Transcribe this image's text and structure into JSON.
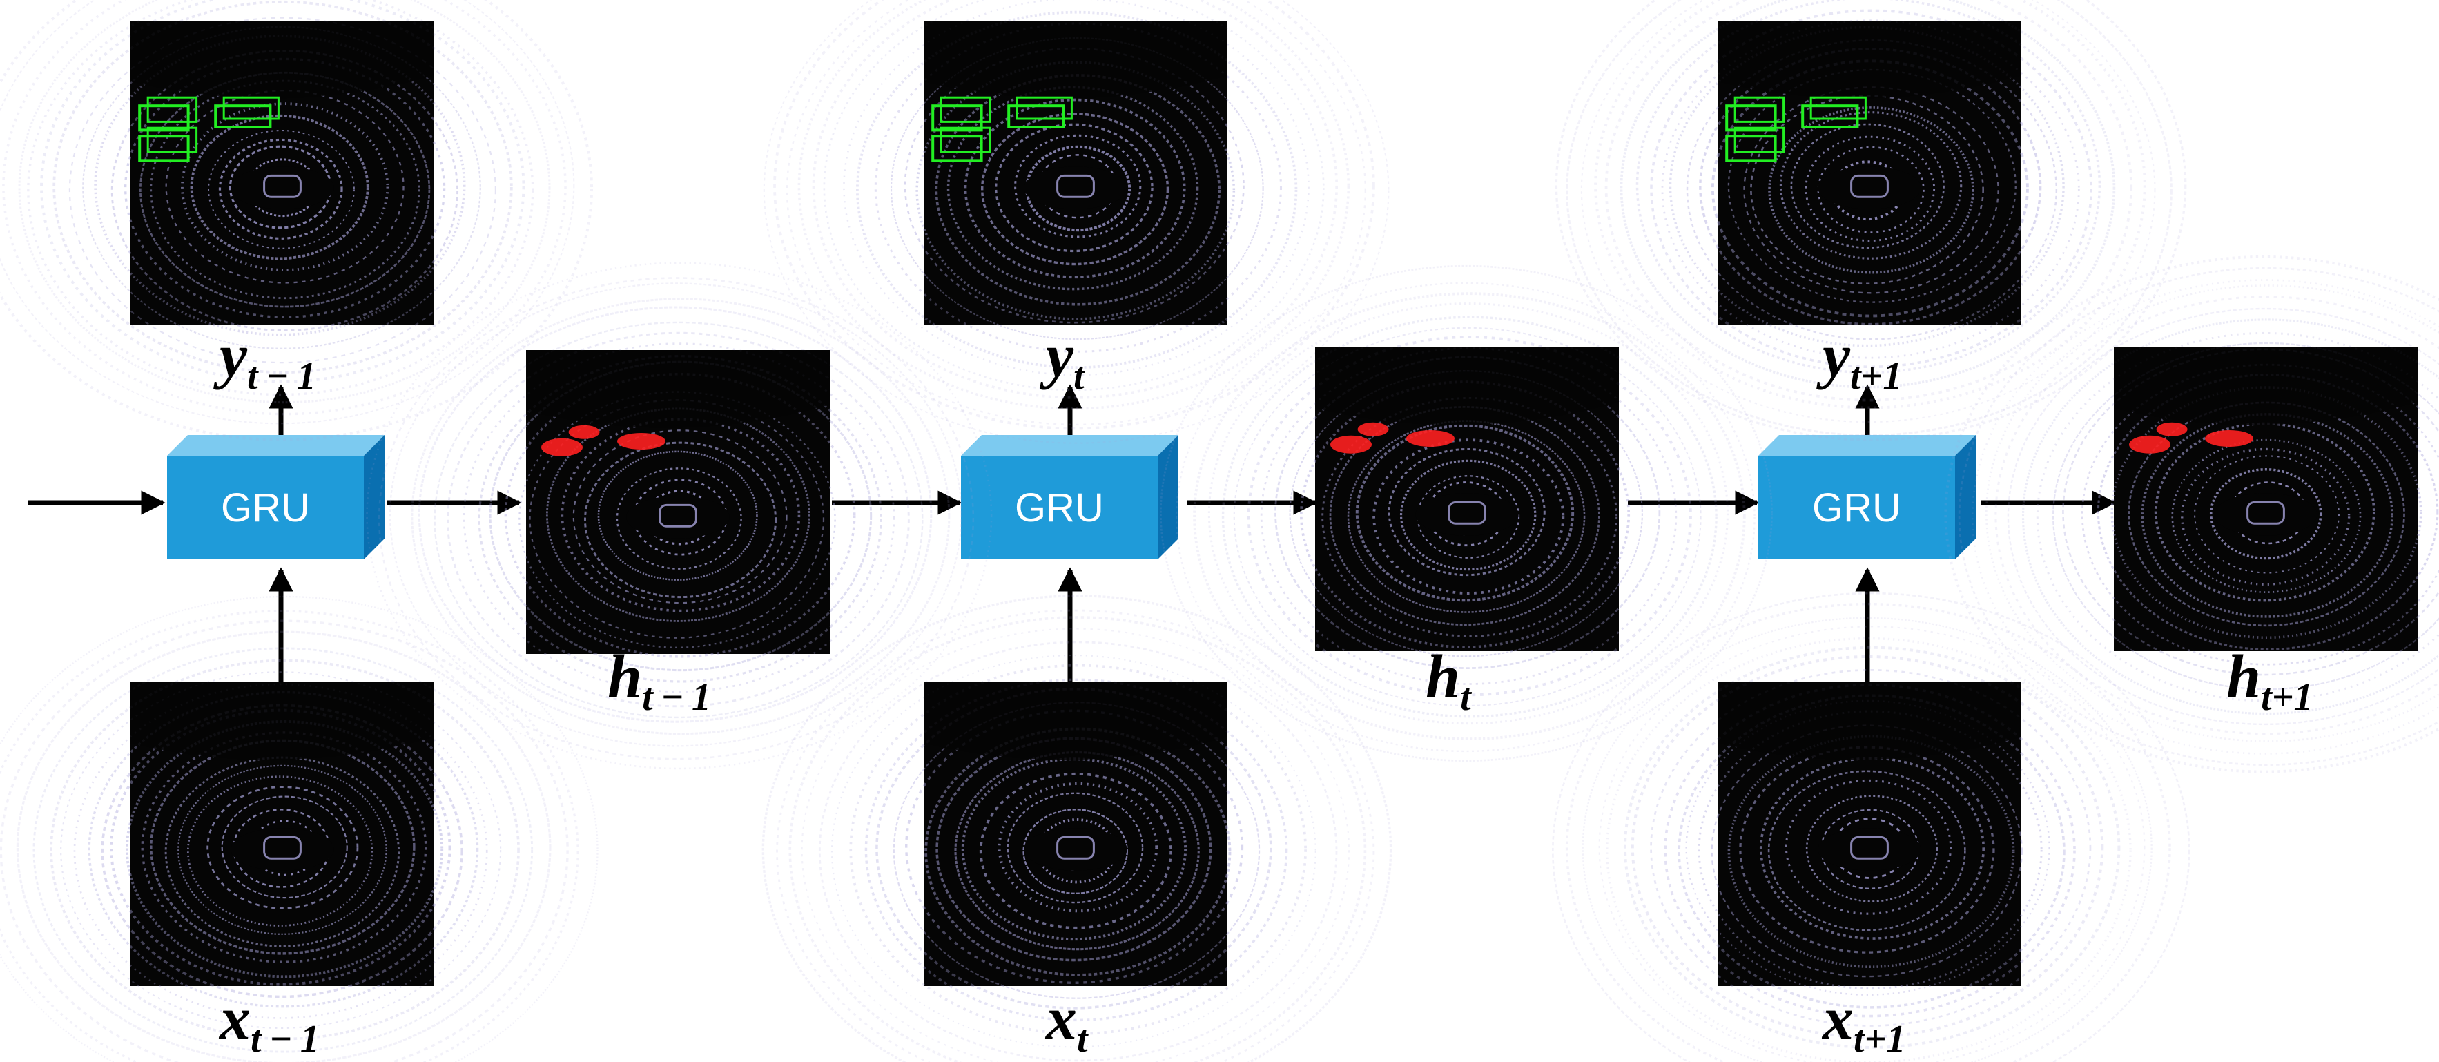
{
  "gru_blocks": [
    {
      "label": "GRU"
    },
    {
      "label": "GRU"
    },
    {
      "label": "GRU"
    }
  ],
  "outputs": [
    {
      "base": "y",
      "sub": "t − 1"
    },
    {
      "base": "y",
      "sub": "t"
    },
    {
      "base": "y",
      "sub": "t+1"
    }
  ],
  "hidden_states": [
    {
      "base": "h",
      "sub": "t − 1"
    },
    {
      "base": "h",
      "sub": "t"
    },
    {
      "base": "h",
      "sub": "t+1"
    }
  ],
  "inputs": [
    {
      "base": "x",
      "sub": "t − 1"
    },
    {
      "base": "x",
      "sub": "t"
    },
    {
      "base": "x",
      "sub": "t+1"
    }
  ],
  "colors": {
    "gru_front": "#1f9bd9",
    "gru_top": "#7ccaf0",
    "gru_side": "#0a6fb0",
    "point_cloud": "#a7a3d9",
    "panel_bg": "#050505",
    "detection_box": "#22ee22",
    "hidden_highlight": "#ff2020",
    "arrow": "#000000"
  },
  "icons": {
    "point_cloud_panel": "lidar-point-cloud-image",
    "gru": "gru-cuboid-block"
  }
}
